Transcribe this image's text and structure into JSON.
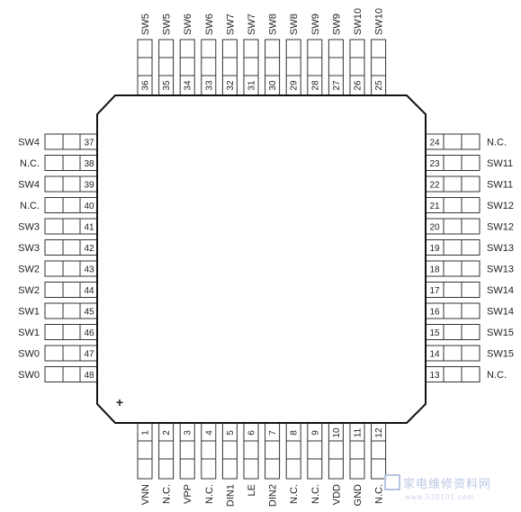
{
  "chip": {
    "orientation_mark": "+"
  },
  "pins": {
    "left": [
      {
        "num": "37",
        "label": "SW4"
      },
      {
        "num": "38",
        "label": "N.C."
      },
      {
        "num": "39",
        "label": "SW4"
      },
      {
        "num": "40",
        "label": "N.C."
      },
      {
        "num": "41",
        "label": "SW3"
      },
      {
        "num": "42",
        "label": "SW3"
      },
      {
        "num": "43",
        "label": "SW2"
      },
      {
        "num": "44",
        "label": "SW2"
      },
      {
        "num": "45",
        "label": "SW1"
      },
      {
        "num": "46",
        "label": "SW1"
      },
      {
        "num": "47",
        "label": "SW0"
      },
      {
        "num": "48",
        "label": "SW0"
      }
    ],
    "right": [
      {
        "num": "24",
        "label": "N.C."
      },
      {
        "num": "23",
        "label": "SW11"
      },
      {
        "num": "22",
        "label": "SW11"
      },
      {
        "num": "21",
        "label": "SW12"
      },
      {
        "num": "20",
        "label": "SW12"
      },
      {
        "num": "19",
        "label": "SW13"
      },
      {
        "num": "18",
        "label": "SW13"
      },
      {
        "num": "17",
        "label": "SW14"
      },
      {
        "num": "16",
        "label": "SW14"
      },
      {
        "num": "15",
        "label": "SW15"
      },
      {
        "num": "14",
        "label": "SW15"
      },
      {
        "num": "13",
        "label": "N.C."
      }
    ],
    "top": [
      {
        "num": "36",
        "label": "SW5"
      },
      {
        "num": "35",
        "label": "SW5"
      },
      {
        "num": "34",
        "label": "SW6"
      },
      {
        "num": "33",
        "label": "SW6"
      },
      {
        "num": "32",
        "label": "SW7"
      },
      {
        "num": "31",
        "label": "SW7"
      },
      {
        "num": "30",
        "label": "SW8"
      },
      {
        "num": "29",
        "label": "SW8"
      },
      {
        "num": "28",
        "label": "SW9"
      },
      {
        "num": "27",
        "label": "SW9"
      },
      {
        "num": "26",
        "label": "SW10"
      },
      {
        "num": "25",
        "label": "SW10"
      }
    ],
    "bottom": [
      {
        "num": "1",
        "label": "VNN"
      },
      {
        "num": "2",
        "label": "N.C."
      },
      {
        "num": "3",
        "label": "VPP"
      },
      {
        "num": "4",
        "label": "N.C."
      },
      {
        "num": "5",
        "label": "DIN1"
      },
      {
        "num": "6",
        "label": "LE"
      },
      {
        "num": "7",
        "label": "DIN2"
      },
      {
        "num": "8",
        "label": "N.C."
      },
      {
        "num": "9",
        "label": "N.C."
      },
      {
        "num": "10",
        "label": "VDD"
      },
      {
        "num": "11",
        "label": "GND"
      },
      {
        "num": "12",
        "label": "N.C."
      }
    ]
  },
  "watermark": {
    "text": "家电维修资料网",
    "url": "www.520101.com",
    "color": "#b9c7e4"
  }
}
